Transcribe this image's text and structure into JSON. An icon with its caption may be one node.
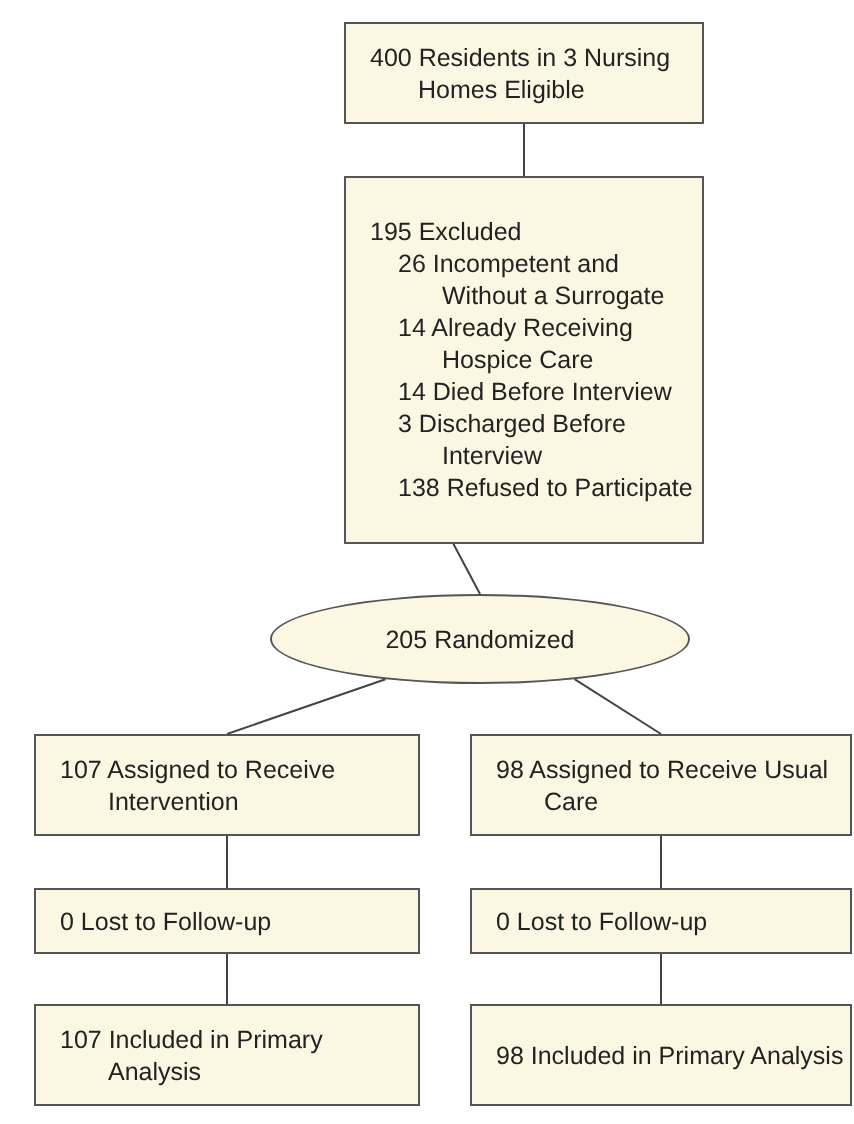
{
  "diagram": {
    "nodes": [
      {
        "text": [
          "400 Residents in 3 Nursing Homes Eligible"
        ]
      },
      {
        "text": [
          "195 Excluded",
          "26 Incompetent and Without a Surrogate",
          "14 Already Receiving Hospice Care",
          "14 Died Before Interview",
          "3 Discharged Before Interview",
          "138 Refused to Participate"
        ]
      },
      {
        "text": [
          "205 Randomized"
        ]
      },
      {
        "text": [
          "107 Assigned to Receive Intervention"
        ]
      },
      {
        "text": [
          "98 Assigned to Receive Usual Care"
        ]
      },
      {
        "text": [
          "0 Lost to Follow-up"
        ]
      },
      {
        "text": [
          "0 Lost to Follow-up"
        ]
      },
      {
        "text": [
          "107 Included in Primary Analysis"
        ]
      },
      {
        "text": [
          "98 Included in Primary Analysis"
        ]
      }
    ],
    "edges": [
      {
        "from": 0,
        "to": 1,
        "arrow": "none"
      },
      {
        "from": 1,
        "to": 2,
        "arrow": "none"
      },
      {
        "from": 2,
        "to": 3,
        "arrow": "none"
      },
      {
        "from": 2,
        "to": 4,
        "arrow": "none"
      },
      {
        "from": 3,
        "to": 5,
        "arrow": "none"
      },
      {
        "from": 4,
        "to": 6,
        "arrow": "none"
      },
      {
        "from": 5,
        "to": 7,
        "arrow": "none"
      },
      {
        "from": 6,
        "to": 8,
        "arrow": "none"
      }
    ]
  }
}
